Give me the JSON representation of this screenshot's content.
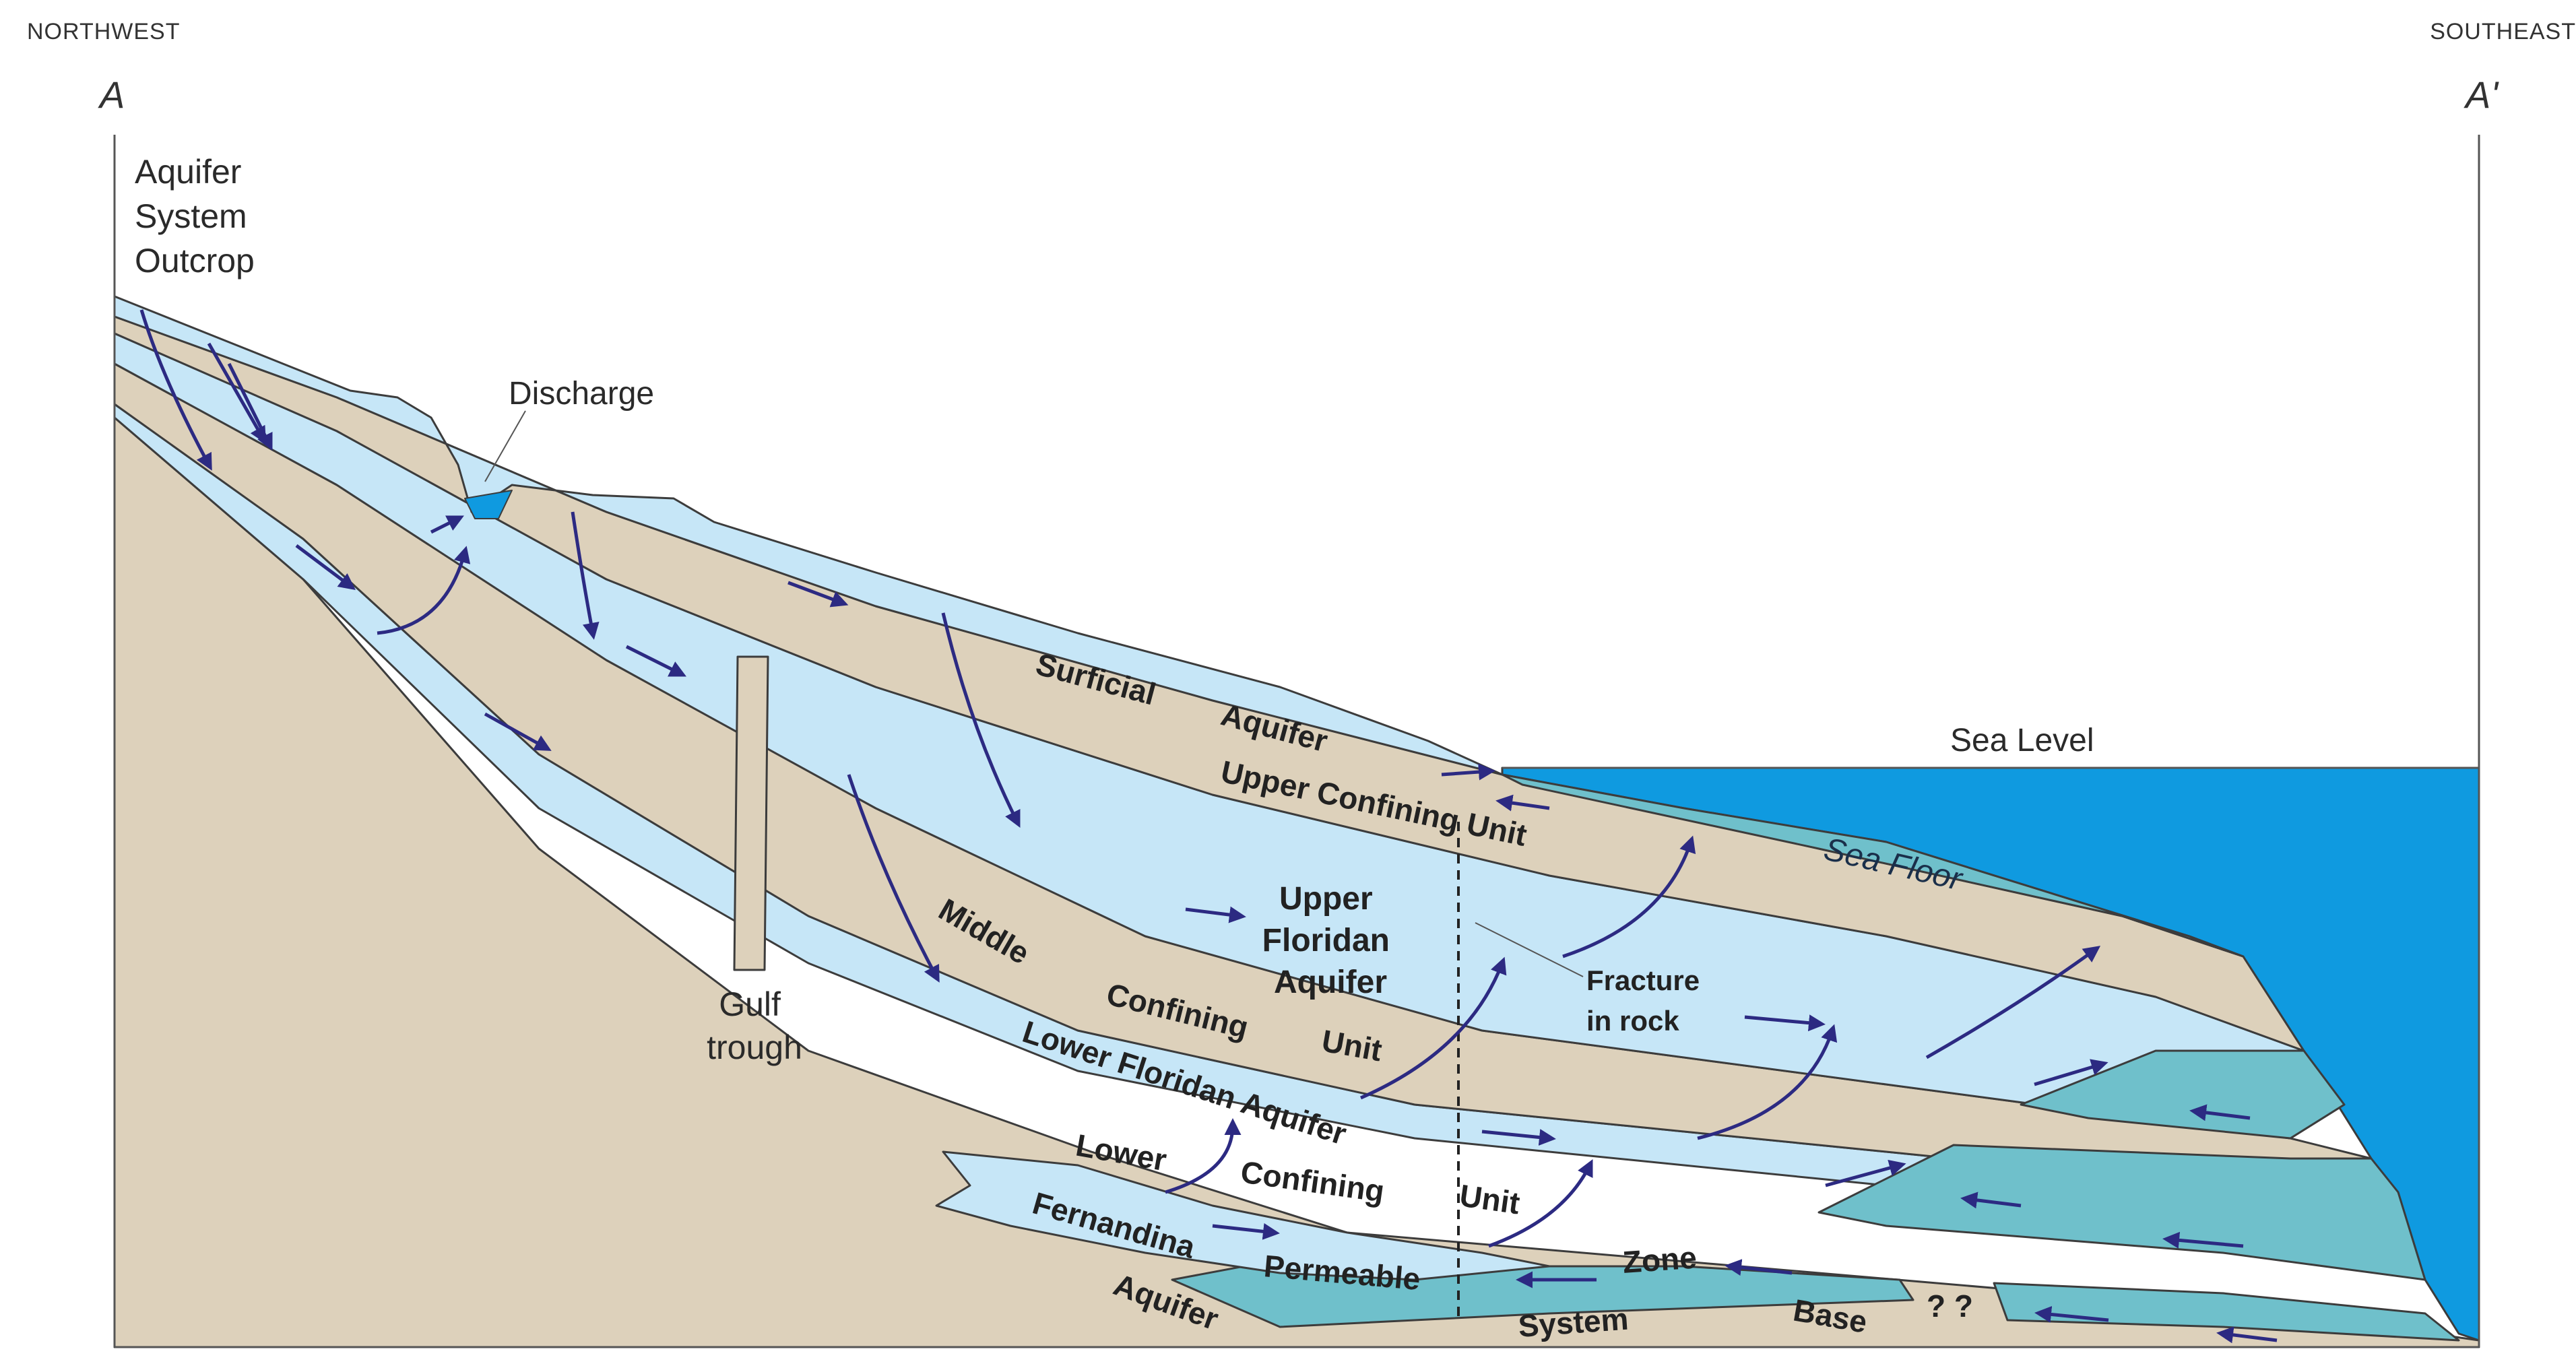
{
  "orientation": {
    "left": "NORTHWEST",
    "right": "SOUTHEAST"
  },
  "section_ends": {
    "left": "A",
    "right": "A'"
  },
  "labels": {
    "outcrop": [
      "Aquifer",
      "System",
      "Outcrop"
    ],
    "discharge": "Discharge",
    "surficial_aquifer": [
      "Surficial",
      "Aquifer"
    ],
    "upper_confining_unit": "Upper Confining Unit",
    "sea_level": "Sea Level",
    "sea_floor": "Sea Floor",
    "upper_floridan_aquifer": [
      "Upper",
      "Floridan",
      "Aquifer"
    ],
    "middle_confining_unit": [
      "Middle",
      "Confining",
      "Unit"
    ],
    "fracture": [
      "Fracture",
      "in rock"
    ],
    "gulf_trough": [
      "Gulf",
      "trough"
    ],
    "lower_floridan_aquifer": "Lower Floridan Aquifer",
    "lower_confining_unit": [
      "Lower",
      "Confining",
      "Unit"
    ],
    "fernandina": [
      "Fernandina",
      "Permeable",
      "Zone"
    ],
    "aquifer_system_base": [
      "Aquifer",
      "System",
      "Base"
    ],
    "uncertain": "? ?"
  },
  "colors": {
    "aquifer": "#c6e6f7",
    "confining": "#ddd1bb",
    "saline_zone": "#6fc0cb",
    "sea": "#0f9ae0",
    "arrow": "#2c2a82",
    "outline": "#3c3c3c"
  }
}
